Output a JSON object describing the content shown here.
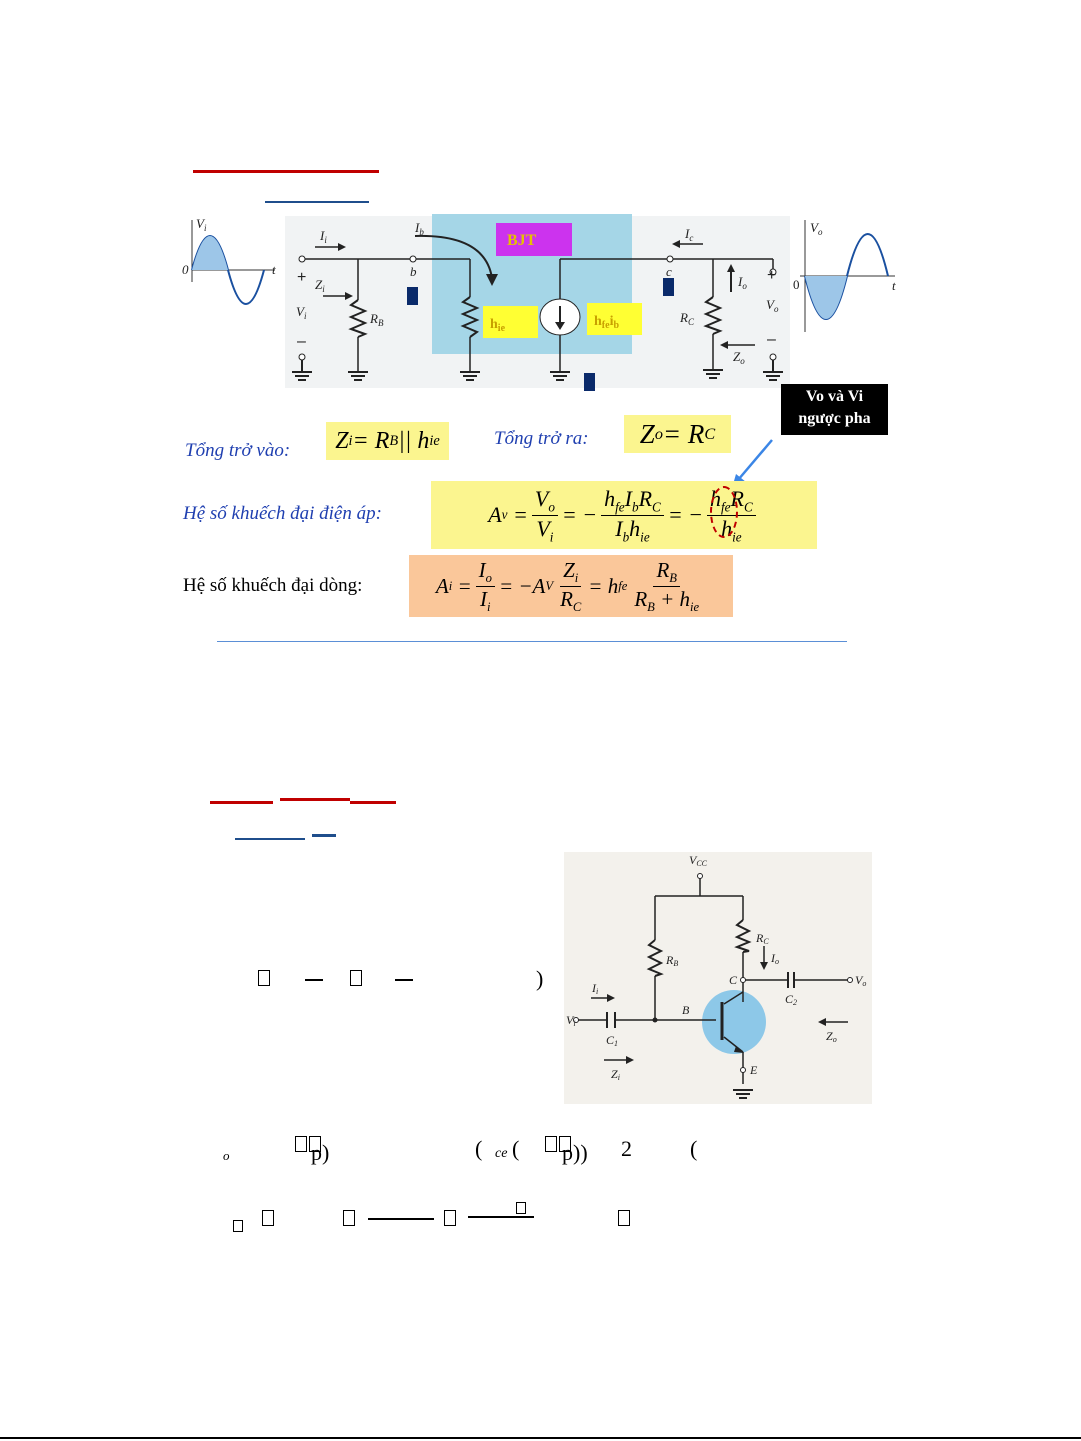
{
  "top_diagram": {
    "vi_axis": "V",
    "vi_axis_sub": "i",
    "vi_origin": "0",
    "vi_t": "t",
    "vo_axis": "V",
    "vo_axis_sub": "o",
    "vo_origin": "0",
    "vo_t": "t",
    "ii": "I",
    "ii_sub": "i",
    "ib": "I",
    "ib_sub": "b",
    "zi": "Z",
    "zi_sub": "i",
    "vi": "V",
    "vi_sub": "i",
    "rb": "R",
    "rb_sub": "B",
    "node_b": "b",
    "node_c": "c",
    "bjt": "BJT",
    "hie": "h",
    "hie_sub": "ie",
    "hfe": "h",
    "hfe_sub": "fe",
    "hfe_i": "i",
    "hfe_i_sub": "b",
    "ic": "I",
    "ic_sub": "c",
    "io": "I",
    "io_sub": "o",
    "rc": "R",
    "rc_sub": "C",
    "vo": "V",
    "vo_sub": "o",
    "zo": "Z",
    "zo_sub": "o",
    "plus": "+",
    "minus": "–"
  },
  "callout": {
    "line1": "Vo và Vi",
    "line2": "ngược pha"
  },
  "labels": {
    "tong_tro_vao": "Tổng trở vào:",
    "tong_tro_ra": "Tổng trở ra:",
    "he_so_ap": "Hệ số khuếch đại điện áp:",
    "he_so_dong": "Hệ số khuếch đại dòng:"
  },
  "formulas": {
    "zi": {
      "lhs": "Z",
      "lhs_sub": "i",
      "eq": "= R",
      "r_sub": "B",
      "par": " || h",
      "h_sub": "ie"
    },
    "zo": {
      "lhs": "Z",
      "lhs_sub": "o",
      "eq": "= R",
      "r_sub": "C"
    },
    "av": {
      "a": "A",
      "a_sub": "v",
      "eq": "=",
      "n1": "V",
      "n1_sub": "o",
      "d1": "V",
      "d1_sub": "i",
      "minus": "= −",
      "n2a": "h",
      "n2a_sub": "fe",
      "n2b": "I",
      "n2b_sub": "b",
      "n2c": "R",
      "n2c_sub": "C",
      "d2a": "I",
      "d2a_sub": "b",
      "d2b": "h",
      "d2b_sub": "ie",
      "eq2": "= −",
      "n3a": "h",
      "n3a_sub": "fe",
      "n3b": "R",
      "n3b_sub": "C",
      "d3": "h",
      "d3_sub": "ie"
    },
    "ai": {
      "a": "A",
      "a_sub": "i",
      "eq": "=",
      "n1": "I",
      "n1_sub": "o",
      "d1": "I",
      "d1_sub": "i",
      "mid": "= −A",
      "mid_sub": "V",
      "n2": "Z",
      "n2_sub": "i",
      "d2": "R",
      "d2_sub": "C",
      "eq2": "= h",
      "eq2_sub": "fe",
      "n3": "R",
      "n3_sub": "B",
      "d3a": "R",
      "d3a_sub": "B",
      "d3b": " + h",
      "d3b_sub": "ie"
    }
  },
  "bottom_diagram": {
    "vcc": "V",
    "vcc_sub": "CC",
    "rc": "R",
    "rc_sub": "C",
    "rb": "R",
    "rb_sub": "B",
    "io": "I",
    "io_sub": "o",
    "node_c": "C",
    "c2": "C",
    "c2_sub": "2",
    "vo": "V",
    "vo_sub": "o",
    "ii": "I",
    "ii_sub": "i",
    "vi": "V",
    "vi_sub": "i",
    "c1": "C",
    "c1_sub": "1",
    "node_b": "B",
    "zi": "Z",
    "zi_sub": "i",
    "node_e": "E",
    "zo": "Z",
    "zo_sub": "o"
  },
  "fragments": {
    "paren1": ")",
    "line3": {
      "o": "o",
      "p1": "p)",
      "lparen": "(",
      "ce": "ce",
      "lp2": "(",
      "p2": "p))",
      "two": "2",
      "lp3": "("
    }
  }
}
